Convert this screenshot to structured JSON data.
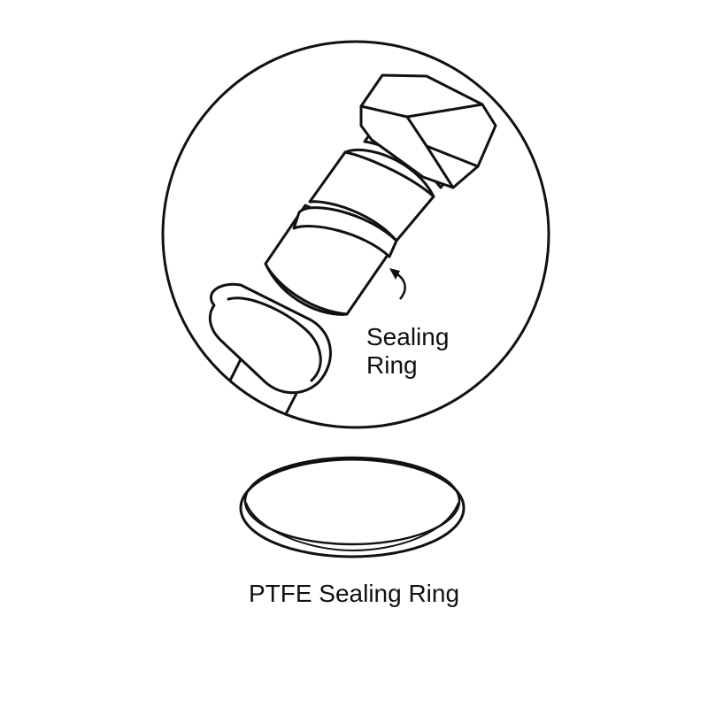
{
  "callout": {
    "line1": "Sealing",
    "line2": "Ring"
  },
  "caption": "PTFE Sealing Ring",
  "colors": {
    "ink": "#111111",
    "paper": "#ffffff"
  }
}
